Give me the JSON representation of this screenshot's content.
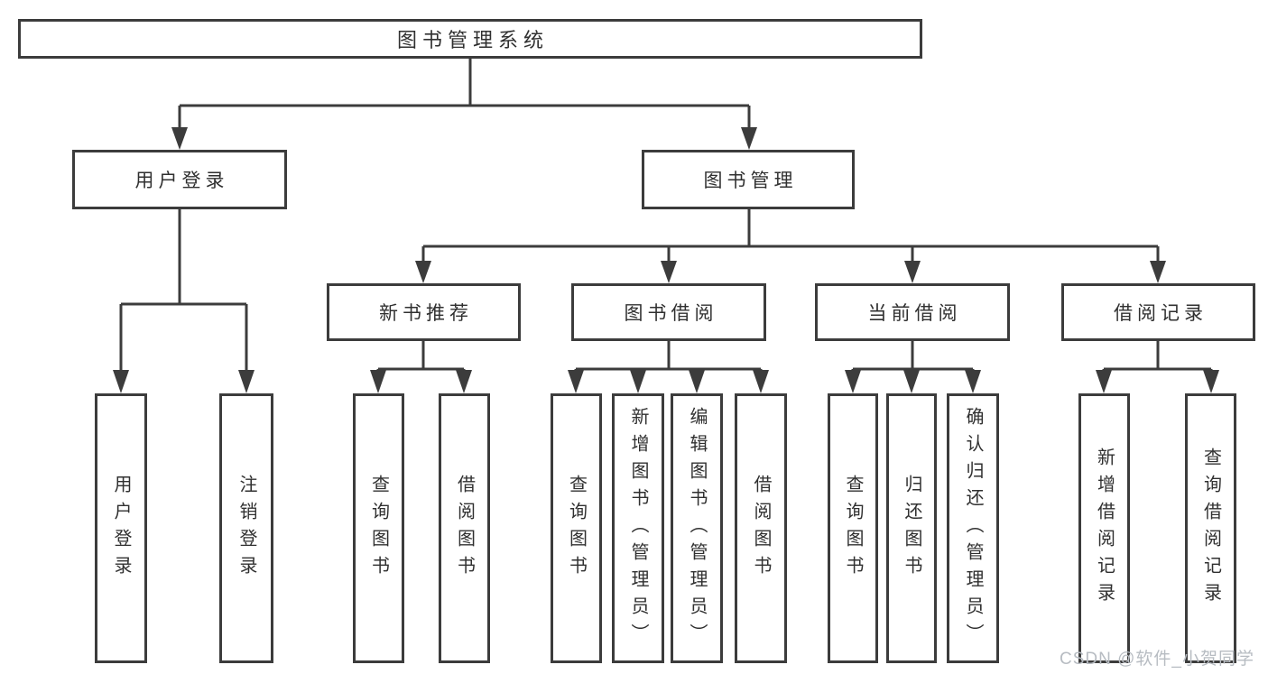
{
  "colors": {
    "background": "#ffffff",
    "box_border": "#3c3c3c",
    "connector_line": "#3c3c3c",
    "label_text": "#303030",
    "watermark_text": "#b7bcc2"
  },
  "watermark": {
    "text": "CSDN @软件_小贺同学"
  },
  "tree": {
    "root": {
      "label": "图书管理系统",
      "children": [
        {
          "label": "用户登录",
          "children": [
            {
              "label": "用户登录"
            },
            {
              "label": "注销登录"
            }
          ]
        },
        {
          "label": "图书管理",
          "children": [
            {
              "label": "新书推荐",
              "children": [
                {
                  "label": "查询图书"
                },
                {
                  "label": "借阅图书"
                }
              ]
            },
            {
              "label": "图书借阅",
              "children": [
                {
                  "label": "查询图书"
                },
                {
                  "label": "新增图书（管理员）"
                },
                {
                  "label": "编辑图书（管理员）"
                },
                {
                  "label": "借阅图书"
                }
              ]
            },
            {
              "label": "当前借阅",
              "children": [
                {
                  "label": "查询图书"
                },
                {
                  "label": "归还图书"
                },
                {
                  "label": "确认归还（管理员）"
                }
              ]
            },
            {
              "label": "借阅记录",
              "children": [
                {
                  "label": "新增借阅记录"
                },
                {
                  "label": "查询借阅记录"
                }
              ]
            }
          ]
        }
      ]
    }
  }
}
